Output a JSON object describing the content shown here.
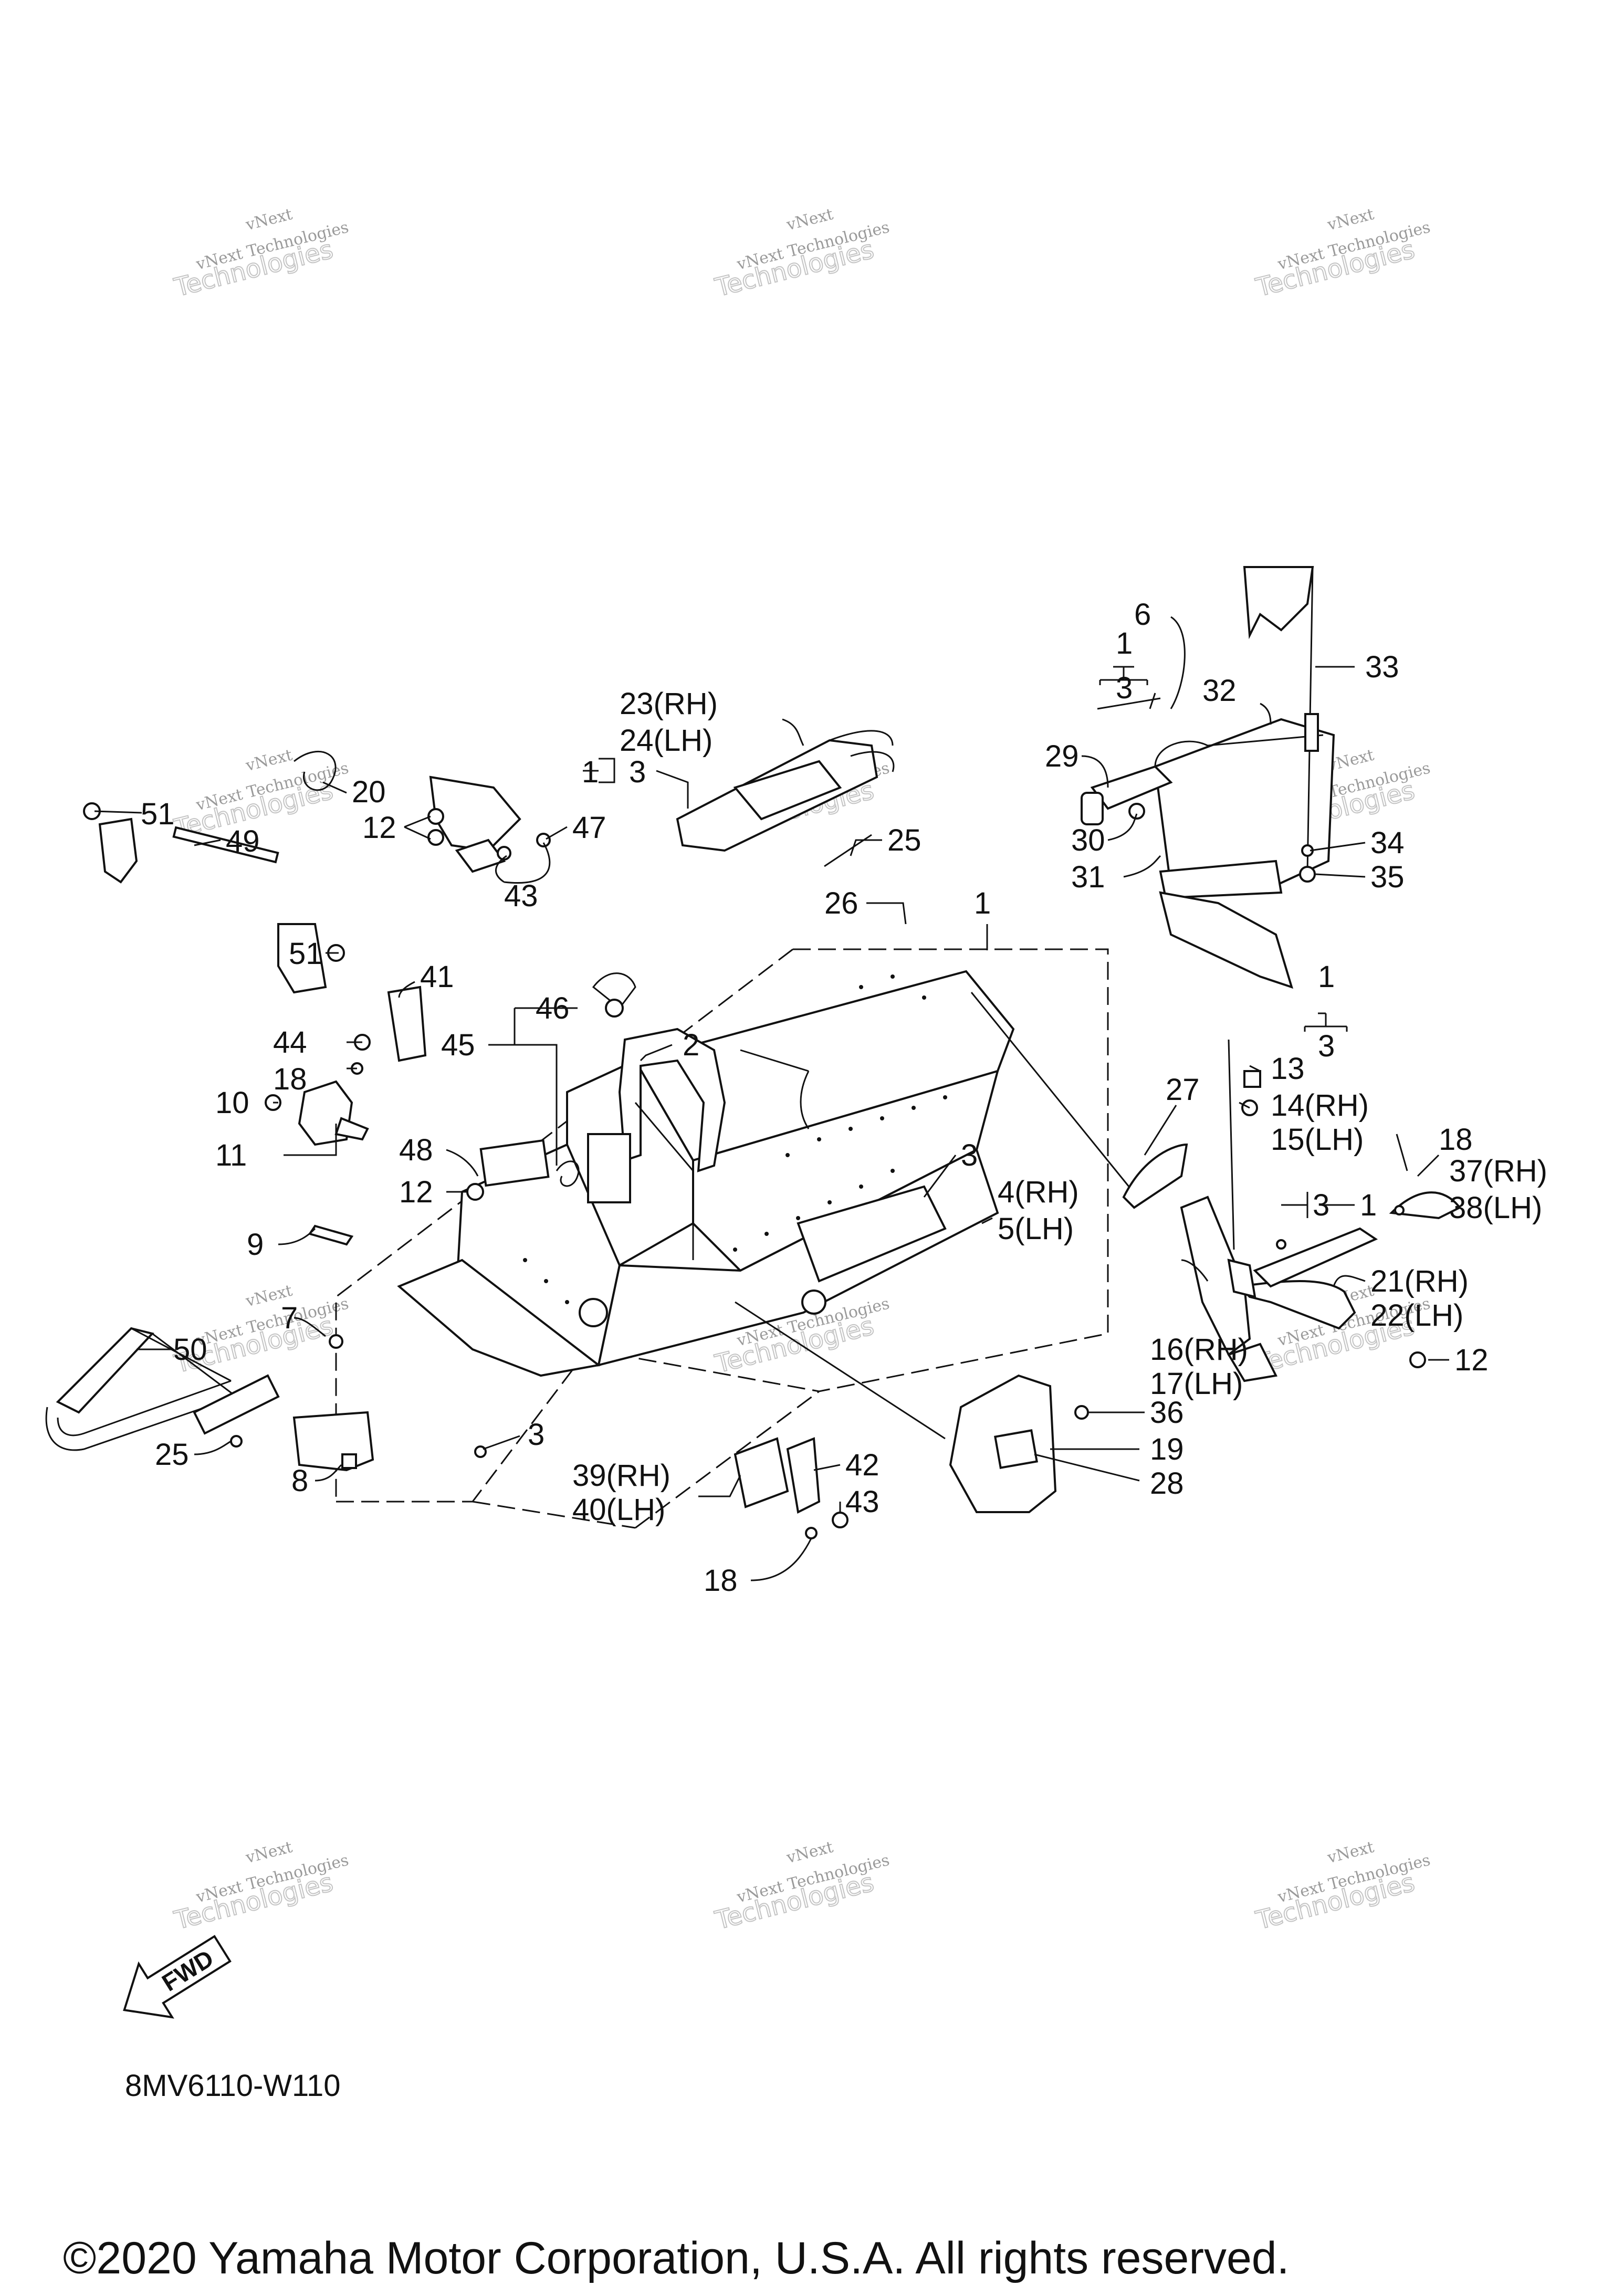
{
  "watermark": {
    "line1": "vNext",
    "line2": "Technologies",
    "line3": "vNext Technologies"
  },
  "callouts": [
    {
      "text": "51"
    },
    {
      "text": "20"
    },
    {
      "text": "12"
    },
    {
      "text": "47"
    },
    {
      "text": "49"
    },
    {
      "text": "43"
    },
    {
      "text": "51"
    },
    {
      "text": "23(RH)"
    },
    {
      "text": "24(LH)"
    },
    {
      "text": "1"
    },
    {
      "text": "3"
    },
    {
      "text": "25"
    },
    {
      "text": "26"
    },
    {
      "text": "1"
    },
    {
      "text": "6"
    },
    {
      "text": "1"
    },
    {
      "text": "3"
    },
    {
      "text": "32"
    },
    {
      "text": "33"
    },
    {
      "text": "29"
    },
    {
      "text": "30"
    },
    {
      "text": "31"
    },
    {
      "text": "34"
    },
    {
      "text": "35"
    },
    {
      "text": "41"
    },
    {
      "text": "46"
    },
    {
      "text": "45"
    },
    {
      "text": "44"
    },
    {
      "text": "2"
    },
    {
      "text": "18"
    },
    {
      "text": "10"
    },
    {
      "text": "48"
    },
    {
      "text": "11"
    },
    {
      "text": "12"
    },
    {
      "text": "9"
    },
    {
      "text": "3"
    },
    {
      "text": "4(RH)"
    },
    {
      "text": "5(LH)"
    },
    {
      "text": "27"
    },
    {
      "text": "1"
    },
    {
      "text": "3"
    },
    {
      "text": "13"
    },
    {
      "text": "14(RH)"
    },
    {
      "text": "15(LH)"
    },
    {
      "text": "18"
    },
    {
      "text": "37(RH)"
    },
    {
      "text": "38(LH)"
    },
    {
      "text": "3"
    },
    {
      "text": "1"
    },
    {
      "text": "21(RH)"
    },
    {
      "text": "22(LH)"
    },
    {
      "text": "12"
    },
    {
      "text": "16(RH)"
    },
    {
      "text": "17(LH)"
    },
    {
      "text": "7"
    },
    {
      "text": "50"
    },
    {
      "text": "25"
    },
    {
      "text": "8"
    },
    {
      "text": "3"
    },
    {
      "text": "36"
    },
    {
      "text": "19"
    },
    {
      "text": "28"
    },
    {
      "text": "42"
    },
    {
      "text": "43"
    },
    {
      "text": "39(RH)"
    },
    {
      "text": "40(LH)"
    },
    {
      "text": "18"
    }
  ],
  "fwd_label": "FWD",
  "diagram_code": "8MV6110-W110",
  "copyright": "©2020 Yamaha Motor Corporation, U.S.A. All rights reserved."
}
